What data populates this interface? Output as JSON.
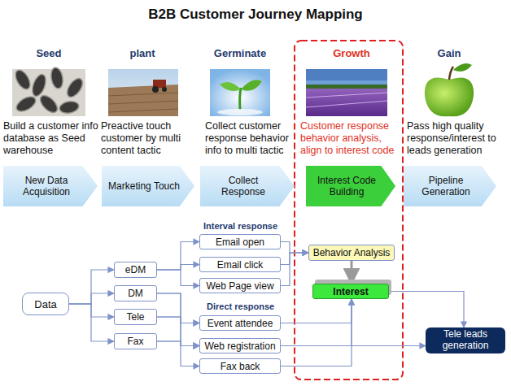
{
  "diagram": {
    "title": "B2B Customer Journey Mapping",
    "nodes": [
      {
        "text": [
          "New Data Acquisition"
        ]
      },
      {
        "text": [
          "Marketing Touch"
        ]
      },
      {
        "text": [
          "Collect Response"
        ]
      },
      {
        "text": [
          "Interest Code Building"
        ]
      },
      {
        "text": [
          "Pipeline Generation"
        ]
      },
      {
        "text": [
          "Data"
        ]
      },
      {
        "text": [
          "eDM"
        ]
      },
      {
        "text": [
          "DM"
        ]
      },
      {
        "text": [
          "Tele"
        ]
      },
      {
        "text": [
          "Fax"
        ]
      },
      {
        "text": [
          "Email open"
        ]
      },
      {
        "text": [
          "Email click"
        ]
      },
      {
        "text": [
          "Web Page view"
        ]
      },
      {
        "text": [
          "Event attendee"
        ]
      },
      {
        "text": [
          "Web registration"
        ]
      },
      {
        "text": [
          "Fax back"
        ]
      },
      {
        "text": [
          "Behavior Analysis"
        ]
      },
      {
        "text": [
          "Interest"
        ]
      },
      {
        "text": [
          "Tele leads generation"
        ]
      }
    ],
    "edges": [
      {
        "from": 5,
        "to": 6,
        "arrow": "to"
      },
      {
        "from": 5,
        "to": 7,
        "arrow": "to"
      },
      {
        "from": 5,
        "to": 8,
        "arrow": "to"
      },
      {
        "from": 5,
        "to": 9,
        "arrow": "to"
      },
      {
        "from": 6,
        "to": 10,
        "arrow": "to"
      },
      {
        "from": 6,
        "to": 11,
        "arrow": "to"
      },
      {
        "from": 6,
        "to": 12,
        "arrow": "to"
      },
      {
        "from": 7,
        "to": 13,
        "arrow": "to"
      },
      {
        "from": 7,
        "to": 14,
        "arrow": "to"
      },
      {
        "from": 8,
        "to": 13,
        "arrow": "to"
      },
      {
        "from": 8,
        "to": 14,
        "arrow": "to"
      },
      {
        "from": 9,
        "to": 14,
        "arrow": "to"
      },
      {
        "from": 9,
        "to": 15,
        "arrow": "to"
      },
      {
        "from": 10,
        "to": 16,
        "arrow": "to"
      },
      {
        "from": 11,
        "to": 16,
        "arrow": "to"
      },
      {
        "from": 12,
        "to": 16,
        "arrow": "to"
      },
      {
        "from": 16,
        "to": 17,
        "arrow": "to"
      },
      {
        "from": 13,
        "to": 17,
        "arrow": "to"
      },
      {
        "from": 14,
        "to": 17,
        "arrow": "to"
      },
      {
        "from": 15,
        "to": 17,
        "arrow": "to"
      },
      {
        "from": 14,
        "to": 18,
        "arrow": "to"
      },
      {
        "from": 17,
        "to": 18,
        "arrow": "to"
      }
    ],
    "labels": [
      "Seed",
      "plant",
      "Germinate",
      "Growth",
      "Gain",
      "Build a customer info database as Seed warehouse",
      "Preactive touch customer by multi content tactic",
      "Collect customer response behavior info to multi tactic",
      "Customer response behavior analysis, align to interest code",
      "Pass high quality response/interest to leads generation",
      "Interval response",
      "Direct response"
    ]
  }
}
